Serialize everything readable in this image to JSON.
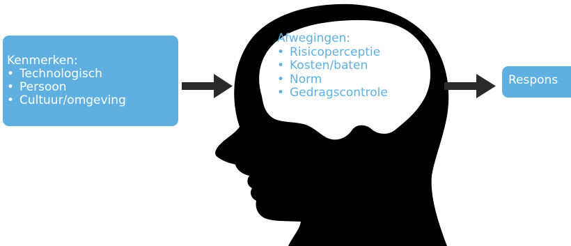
{
  "left_box": {
    "title": "Kenmerken:",
    "items": [
      "Technologisch",
      "Persoon",
      "Cultuur/omgeving"
    ]
  },
  "brain": {
    "title": "Afwegingen:",
    "items": [
      "Risicoperceptie",
      "Kosten/baten",
      "Norm",
      "Gedragscontrole"
    ]
  },
  "right_box": {
    "label": "Respons"
  },
  "colors": {
    "box_fill": "#5fb0e0",
    "head_fill": "#000000",
    "brain_fill": "#ffffff",
    "arrow": "#2a2a2a"
  },
  "icons": [
    "head-silhouette-icon",
    "brain-icon",
    "arrow-right-icon"
  ]
}
